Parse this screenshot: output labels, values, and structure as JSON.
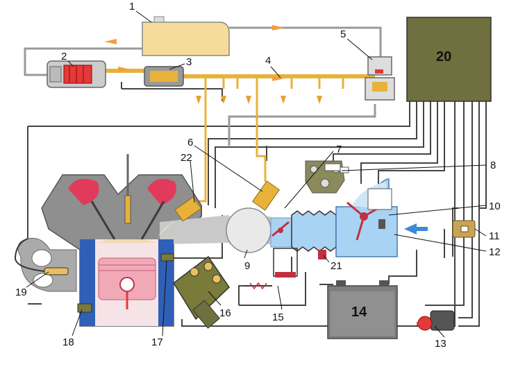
{
  "labels": {
    "l1": "1",
    "l2": "2",
    "l3": "3",
    "l4": "4",
    "l5": "5",
    "l6": "6",
    "l7": "7",
    "l8": "8",
    "l9": "9",
    "l10": "10",
    "l11": "11",
    "l12": "12",
    "l13": "13",
    "l14": "14",
    "l15": "15",
    "l16": "16",
    "l17": "17",
    "l18": "18",
    "l19": "19",
    "l20": "20",
    "l21": "21",
    "l22": "22"
  },
  "colors": {
    "fuel": "#e8b23a",
    "tank": "#f6dc9a",
    "ecu": "#6f6f3f",
    "air": "#a9d3f2",
    "engine": "#8f8f8f",
    "piston": "#f1a9b8",
    "cylinder": "#2f5fb7",
    "pump": "#e23a3a"
  }
}
